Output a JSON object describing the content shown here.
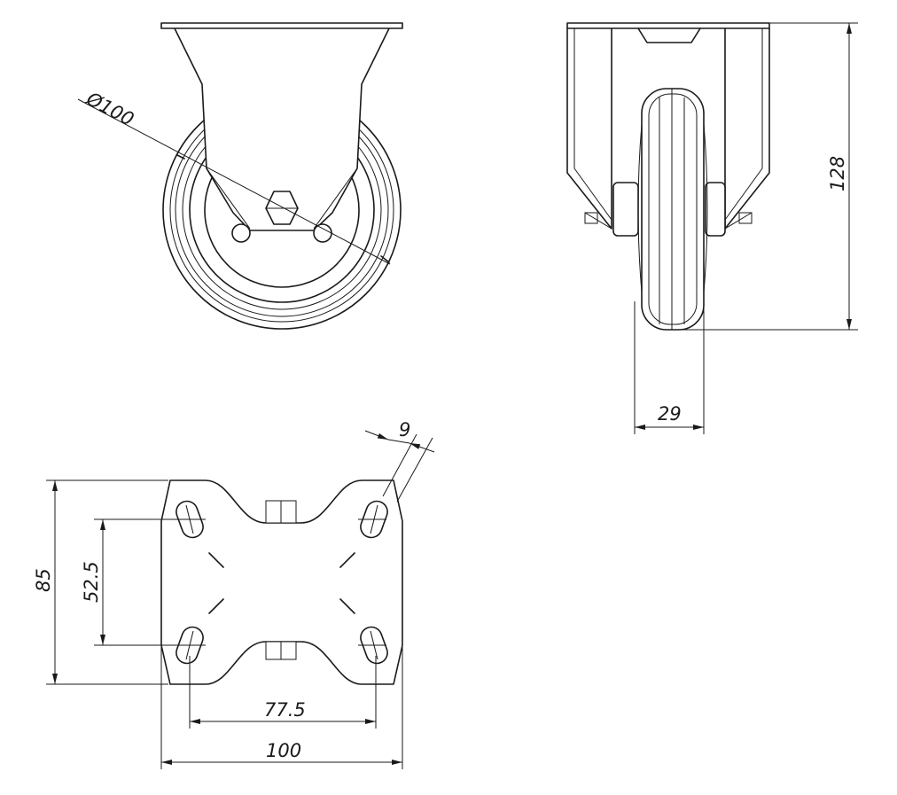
{
  "dimensions": {
    "wheel_diameter": "Ø100",
    "height": "128",
    "wheel_width": "29",
    "hole_slot": "9",
    "plate_length": "85",
    "hole_spacing_vertical": "52.5",
    "hole_spacing_horizontal": "77.5",
    "plate_width": "100"
  },
  "colors": {
    "ink": "#1a1a1a",
    "background": "#ffffff"
  }
}
